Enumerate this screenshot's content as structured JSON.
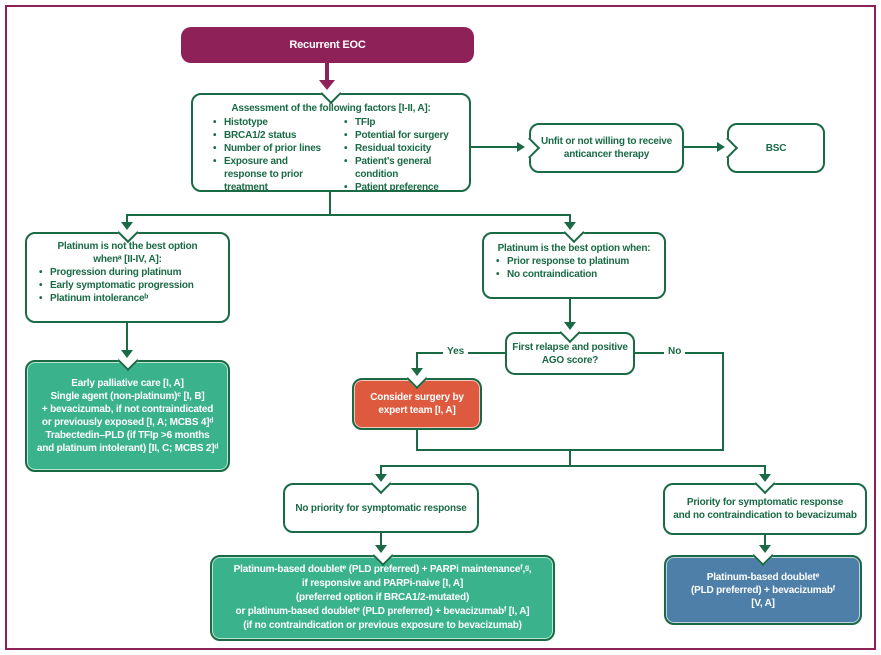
{
  "colors": {
    "maroon": "#8e2158",
    "green_dark": "#1a6b45",
    "green_fill": "#3ab38c",
    "orange_fill": "#de5a3e",
    "blue_fill": "#4d7fa9"
  },
  "nodes": {
    "recurrent_eoc": {
      "label": "Recurrent EOC"
    },
    "assessment": {
      "title": "Assessment of the following factors [I-II, A]:",
      "left_bullets": [
        "Histotype",
        "BRCA1/2 status",
        "Number of prior lines",
        "Exposure and response to prior treatment"
      ],
      "right_bullets": [
        "TFIp",
        "Potential for surgery",
        "Residual toxicity",
        "Patient's general condition",
        "Patient preference"
      ]
    },
    "unfit": {
      "lines": [
        "Unfit or not willing to receive",
        "anticancer therapy"
      ]
    },
    "bsc": {
      "label": "BSC"
    },
    "platinum_not_best": {
      "title_lines": [
        "Platinum is not the best option",
        "whenᵃ [II-IV, A]:"
      ],
      "bullets": [
        "Progression during platinum",
        "Early symptomatic progression",
        "Platinum intoleranceᵇ"
      ]
    },
    "early_palliative": {
      "lines": [
        "Early palliative care [I, A]",
        "Single agent (non-platinum)ᶜ [I, B]",
        "+ bevacizumab, if not contraindicated",
        "or previously exposed [I, A; MCBS 4]ᵈ",
        "Trabectedin–PLD (if TFIp >6 months",
        "and platinum intolerant) [II, C; MCBS 2]ᵈ"
      ]
    },
    "platinum_best": {
      "title": "Platinum is the best option when:",
      "bullets": [
        "Prior response to platinum",
        "No contraindication"
      ]
    },
    "ago_question": {
      "lines": [
        "First relapse and positive",
        "AGO score?"
      ]
    },
    "consider_surgery": {
      "lines": [
        "Consider surgery by",
        "expert team [I, A]"
      ]
    },
    "no_priority": {
      "lines": [
        "No priority for symptomatic response"
      ]
    },
    "priority": {
      "lines": [
        "Priority for symptomatic response",
        "and no contraindication to bevacizumab"
      ]
    },
    "doublet_parpi": {
      "lines": [
        "Platinum-based doubletᵉ (PLD preferred) + PARPi maintenanceᶠ,ᵍ,",
        "if responsive and PARPi-naive [I, A]",
        "(preferred option if BRCA1/2-mutated)",
        "or platinum-based doubletᵉ (PLD preferred) + bevacizumabᶠ [I, A]",
        "(if no contraindication or previous exposure to bevacizumab)"
      ]
    },
    "doublet_bev": {
      "lines": [
        "Platinum-based doubletᵉ",
        "(PLD preferred) + bevacizumabᶠ",
        "[V, A]"
      ]
    }
  },
  "edge_labels": {
    "yes": "Yes",
    "no": "No"
  }
}
